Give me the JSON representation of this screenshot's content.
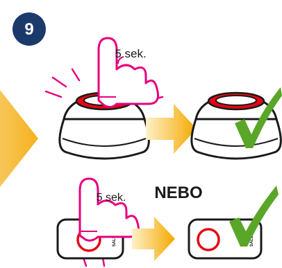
{
  "step": {
    "number": "9",
    "badge_color": "#1b3a6b"
  },
  "press_duration_label": "5 sek.",
  "press_duration_label_small": "5 sek.",
  "alternative_label": "NEBO",
  "brand_text": "SALUS",
  "icons": [
    "pointing-hand-icon",
    "checkmark-icon",
    "arrow-right-icon",
    "light-burst-icon"
  ],
  "colors": {
    "hand": "#e6007e",
    "ring": "#e30613",
    "check": "#5aa628",
    "arrow_start": "#fbe6a6",
    "arrow_end": "#f5a800",
    "badge": "#1b3a6b"
  }
}
